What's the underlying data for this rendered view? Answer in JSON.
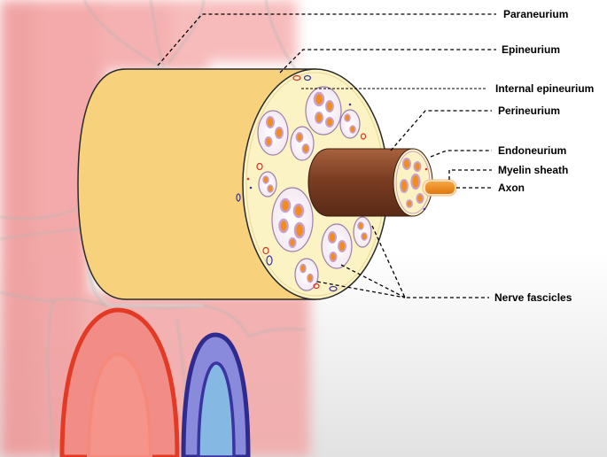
{
  "labels": {
    "paraneurium": "Paraneurium",
    "epineurium": "Epineurium",
    "internal_epineurium": "Internal epineurium",
    "perineurium": "Perineurium",
    "endoneurium": "Endoneurium",
    "myelin_sheath": "Myelin sheath",
    "axon": "Axon",
    "nerve_fascicles": "Nerve fascicles"
  },
  "colors": {
    "muscle_tissue": "#f4a0a0",
    "connective_strands": "#b8b8b8",
    "epineurium_outer": "#f8d078",
    "epineurium_inner": "#fbf6c8",
    "fascicle_fill": "#ffffff",
    "fascicle_border": "#9b7fa8",
    "axon": "#f28c1c",
    "perineurium_brown": "#7a3d22",
    "artery_fill": "#f4908a",
    "artery_wall": "#e03a24",
    "vein_fill": "#7aa8dc",
    "vein_wall": "#3a2f9a",
    "background_bottom": "#e6e6e6"
  }
}
